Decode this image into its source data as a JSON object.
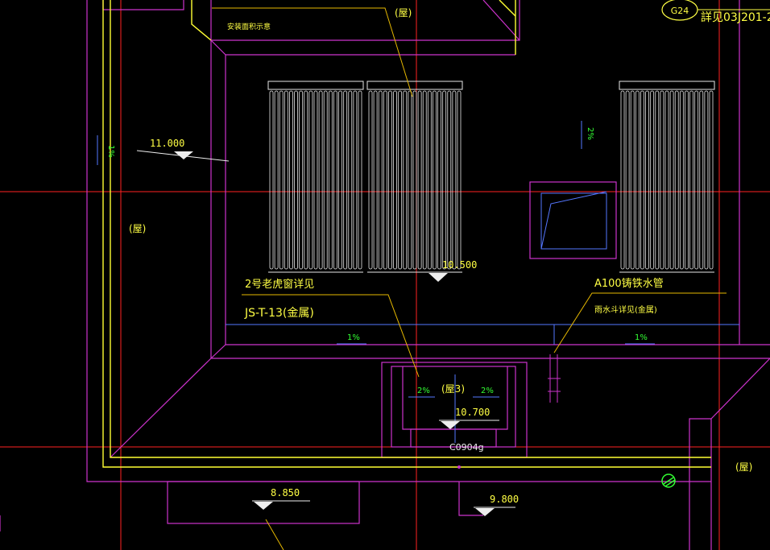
{
  "colors": {
    "background": "#000000",
    "wall": "#ffff33",
    "outline": "#cc33cc",
    "gridline": "#ff2222",
    "slope": "#33ff33",
    "panel": "#e8e8e8",
    "leader": "#e6b800",
    "outlet": "#5577ff",
    "label": "#ffff44",
    "level_label": "#ffff44"
  },
  "labels": {
    "top_left_note": "安装面积示意",
    "top_right_ref": "詳见03J201-2",
    "ref_circle": "G24",
    "gutter_note_top": "(屋)",
    "left_room": "(屋)",
    "right_room": "(屋)",
    "center_room": "(屋3)",
    "drain_label": "2号老虎窗详见",
    "drain_spec": "JS-T-13(金属)",
    "pipe_label": "A100铸铁水管",
    "pipe_spec": "雨水斗详见(金属)",
    "window_code": "C0904g",
    "slope_vert_left": "1%",
    "slope_vert_right": "2%",
    "slope_bottom_left": "1%",
    "slope_bottom_right": "1%",
    "slope_center_left": "2%",
    "slope_center_right": "2%"
  },
  "levels": {
    "level_left": "11.000",
    "level_center": "10.500",
    "level_inner": "10.700",
    "level_bottom_left": "8.850",
    "level_bottom_right": "9.800"
  }
}
